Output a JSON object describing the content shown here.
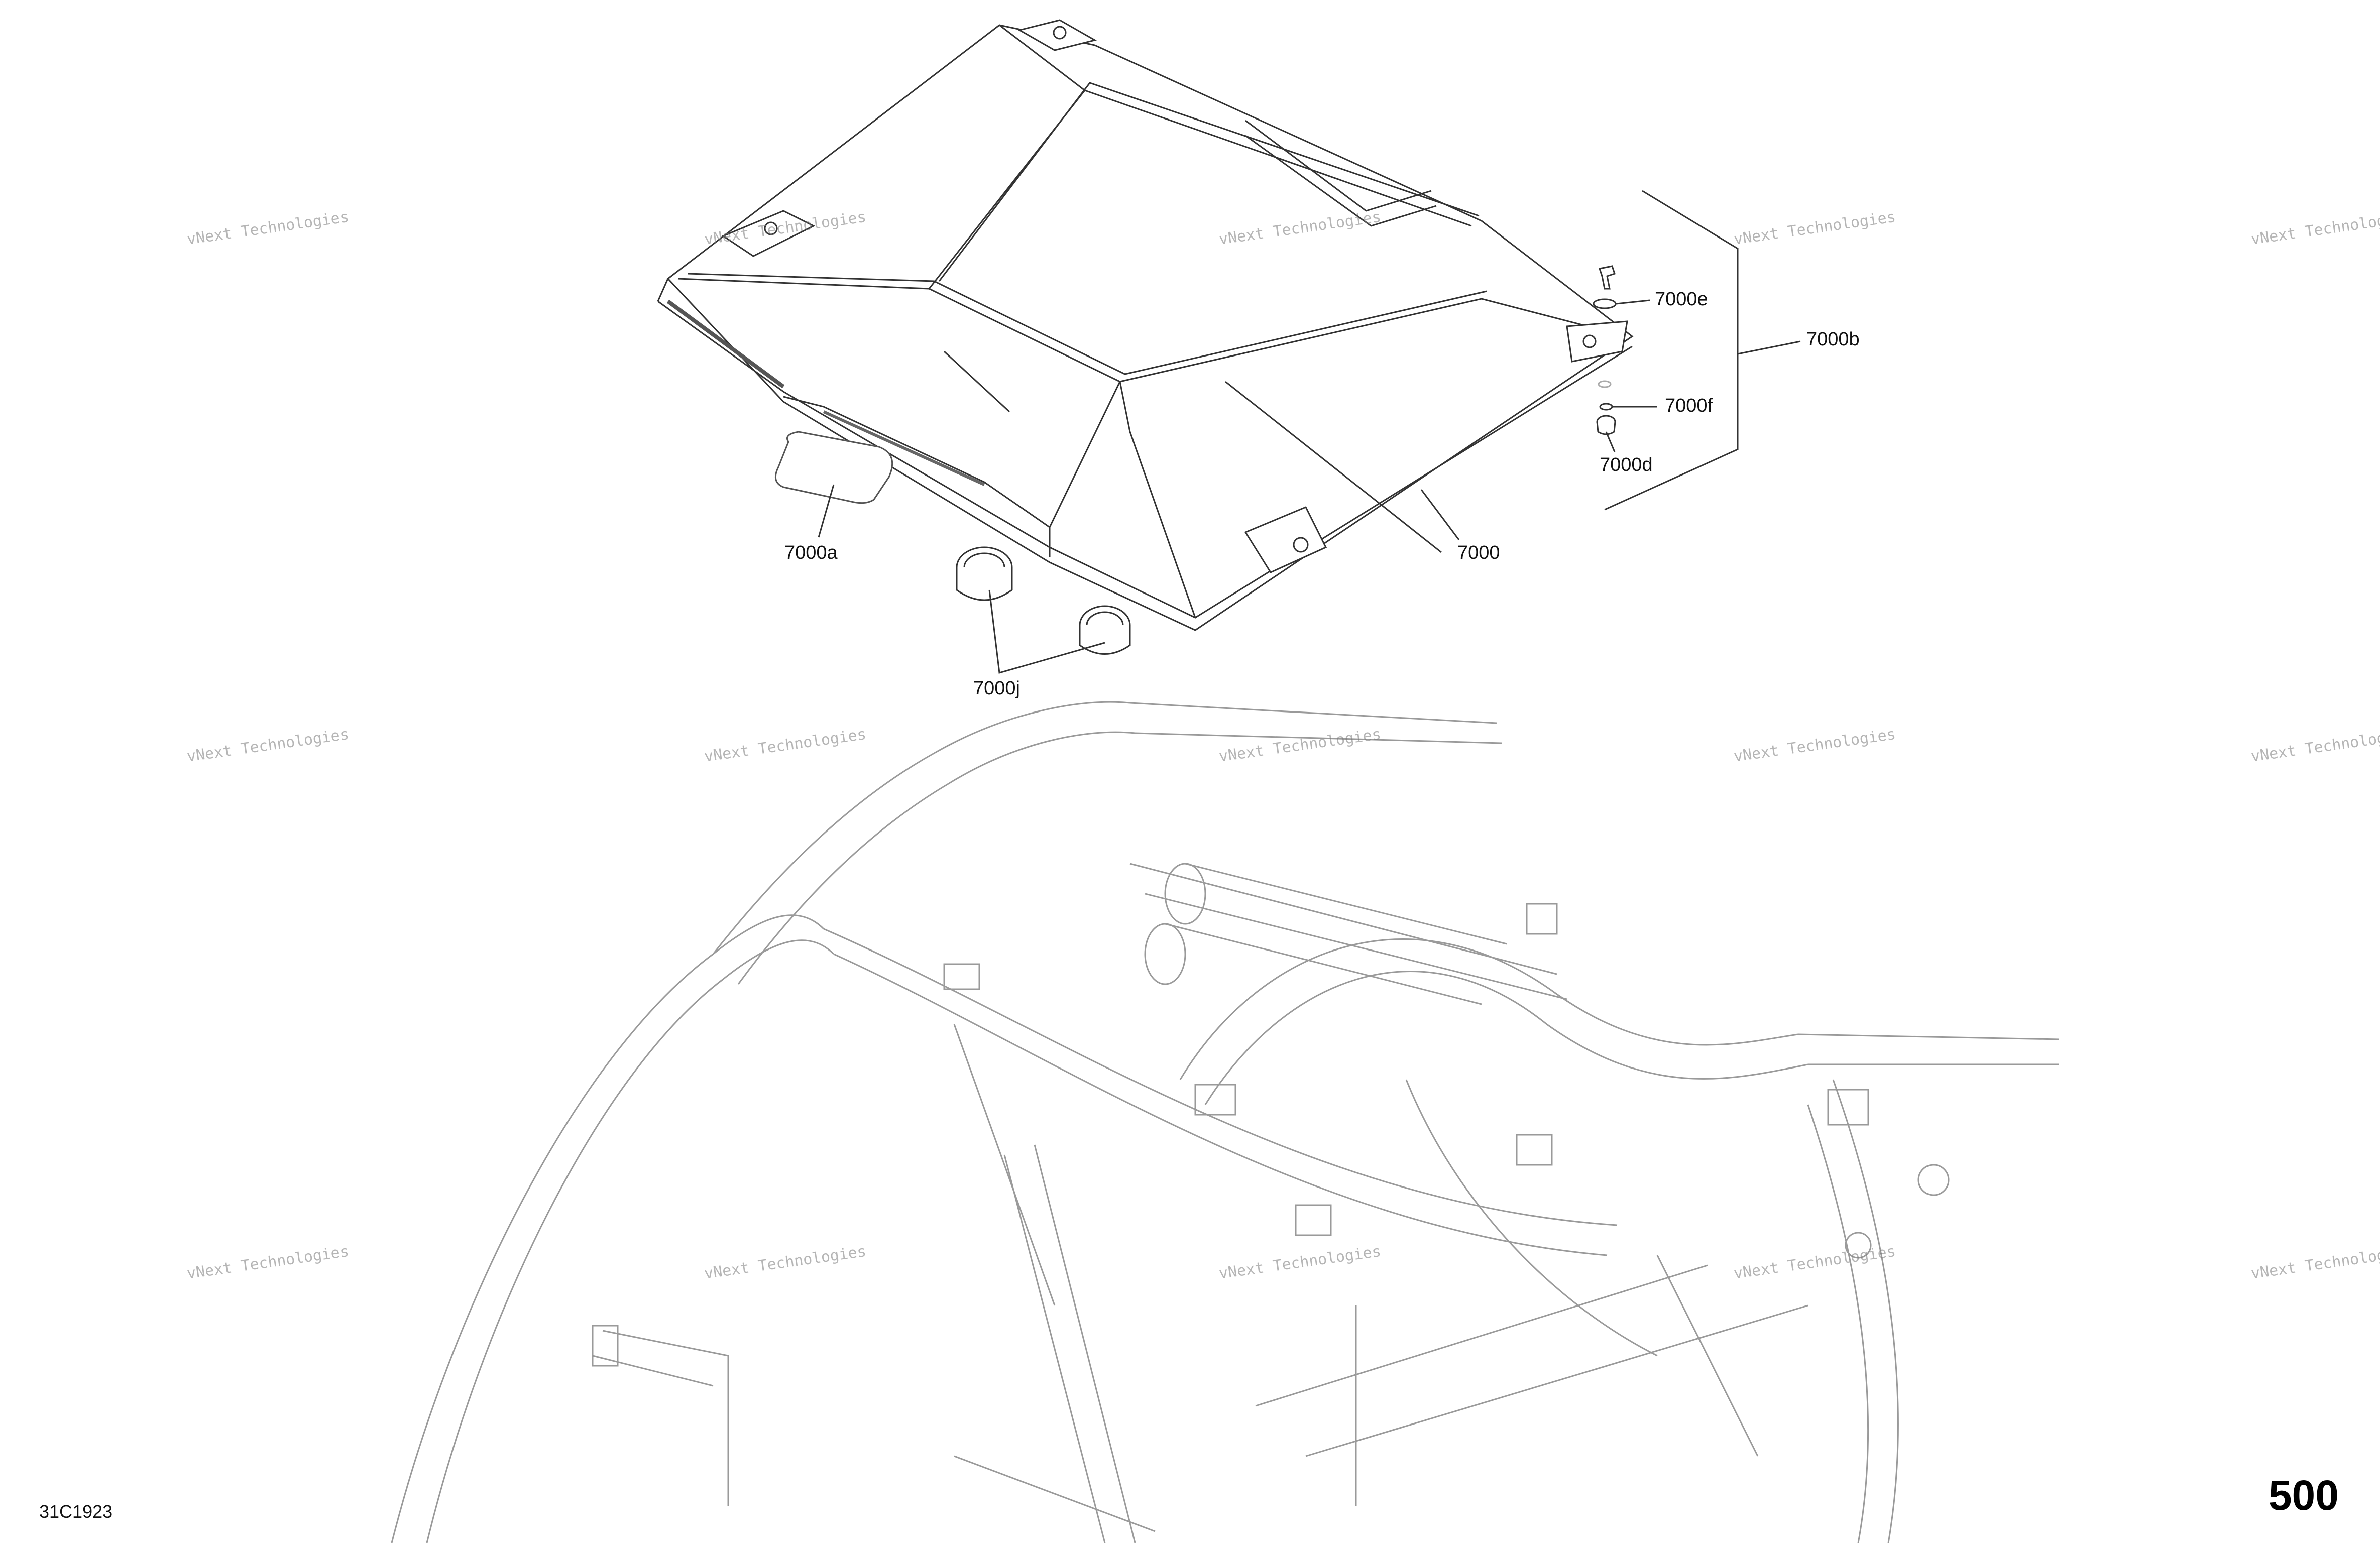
{
  "callouts": {
    "c7000": "7000",
    "c7000a": "7000a",
    "c7000b": "7000b",
    "c7000d": "7000d",
    "c7000e": "7000e",
    "c7000f": "7000f",
    "c7000j": "7000j"
  },
  "watermark": {
    "line1": "vNext Technologies",
    "line2": "vNext\nTechnologies"
  },
  "footer": {
    "doc_code": "31C1923",
    "page_number": "500"
  },
  "colors": {
    "line": "#333333",
    "frame_line": "#9a9a9a",
    "watermark": "#999999"
  }
}
